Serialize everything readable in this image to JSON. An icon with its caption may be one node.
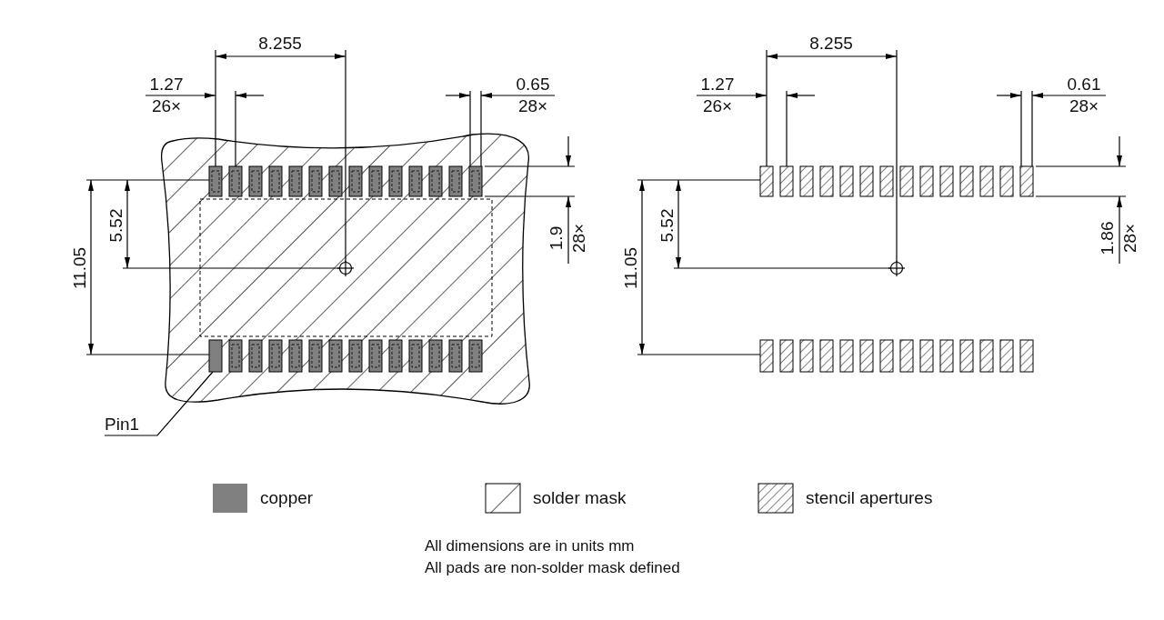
{
  "diagram": {
    "nodes": [
      {
        "text": [
          "Pin1"
        ]
      },
      {
        "text": [],
        "shape": "box"
      }
    ],
    "edges": [
      {
        "from": 0,
        "to": 1,
        "arrow": "none"
      }
    ],
    "labels": [
      "8.255",
      "1.27",
      "26×",
      "0.65",
      "28×",
      "5.52",
      "11.05",
      "1.9",
      "28×",
      "8.255",
      "1.27",
      "26×",
      "0.61",
      "28×",
      "5.52",
      "11.05",
      "1.86",
      "28×",
      "All dimensions are in units mm",
      "All pads are non-solder mask defined"
    ],
    "legend": [
      {
        "text": "copper",
        "color": "#808080"
      },
      {
        "text": "solder mask"
      },
      {
        "text": "stencil apertures"
      }
    ]
  }
}
